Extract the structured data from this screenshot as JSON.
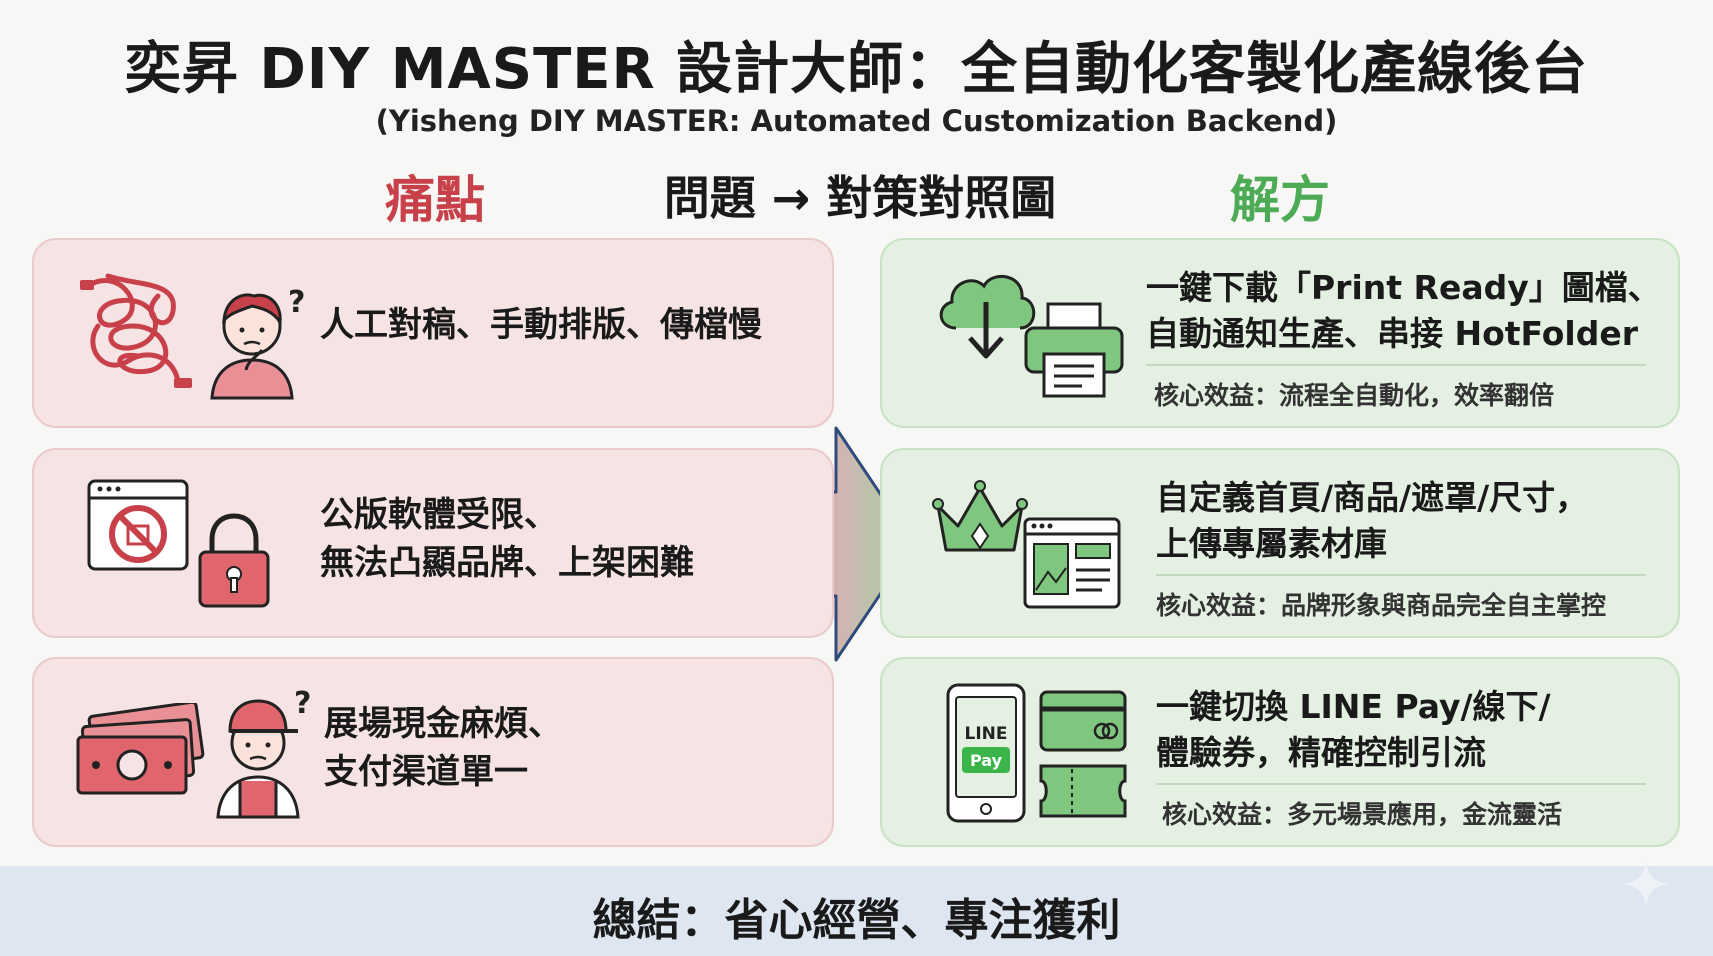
{
  "header": {
    "title": "奕昇 DIY MASTER 設計大師：全自動化客製化產線後台",
    "subtitle": "(Yisheng DIY MASTER: Automated Customization Backend)"
  },
  "columns": {
    "pain_label": "痛點",
    "center_label": "問題 → 對策對照圖",
    "solution_label": "解方"
  },
  "pain_points": [
    {
      "lines": [
        "人工對稿、手動排版、傳檔慢"
      ],
      "icons": [
        "tangled-cables-icon",
        "confused-person-icon"
      ]
    },
    {
      "lines": [
        "公版軟體受限、",
        "無法凸顯品牌、上架困難"
      ],
      "icons": [
        "blocked-software-icon",
        "padlock-icon"
      ]
    },
    {
      "lines": [
        "展場現金麻煩、",
        "支付渠道單一"
      ],
      "icons": [
        "cash-bills-icon",
        "vendor-person-icon"
      ]
    }
  ],
  "solutions": [
    {
      "lines": [
        "一鍵下載「Print Ready」圖檔、",
        "自動通知生產、串接 HotFolder"
      ],
      "benefit": "核心效益：流程全自動化，效率翻倍",
      "icons": [
        "cloud-download-icon",
        "printer-icon"
      ]
    },
    {
      "lines": [
        "自定義首頁/商品/遮罩/尺寸，",
        "上傳專屬素材庫"
      ],
      "benefit": "核心效益：品牌形象與商品完全自主掌控",
      "icons": [
        "crown-icon",
        "webpage-layout-icon"
      ]
    },
    {
      "lines": [
        "一鍵切換 LINE Pay/線下/",
        "體驗券，精確控制引流"
      ],
      "benefit": "核心效益：多元場景應用，金流靈活",
      "icons": [
        "phone-line-pay-icon",
        "credit-card-icon",
        "ticket-icon"
      ]
    }
  ],
  "phone_labels": {
    "brand": "LINE",
    "pay": "Pay"
  },
  "footer": {
    "summary": "總結：省心經營、專注獲利"
  },
  "colors": {
    "pain_accent": "#c8414a",
    "solution_accent": "#4daa55",
    "pain_bg": "#f6e3e3",
    "solution_bg": "#e4f1e2",
    "footer_bg": "#dde6f1"
  }
}
